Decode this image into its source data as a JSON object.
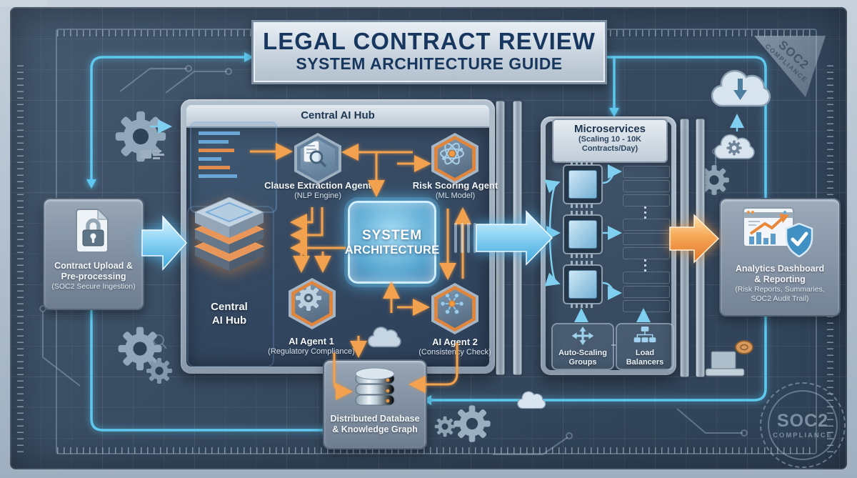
{
  "title": {
    "line1": "LEGAL CONTRACT REVIEW",
    "line2": "SYSTEM ARCHITECTURE GUIDE"
  },
  "corner_ribbon": {
    "line1": "SOC2",
    "line2": "COMPLIANCE"
  },
  "stamp": {
    "line1": "SOC2",
    "line2": "COMPLIANCE"
  },
  "upload_box": {
    "title_line1": "Contract Upload &",
    "title_line2": "Pre-processing",
    "subtitle": "(SOC2 Secure Ingestion)"
  },
  "central_panel": {
    "header": "Central AI Hub",
    "stack_label_line1": "Central",
    "stack_label_line2": "AI Hub",
    "core_line1": "SYSTEM",
    "core_line2": "ARCHITECTURE",
    "clause_agent": {
      "title": "Clause Extraction Agent",
      "subtitle": "(NLP Engine)"
    },
    "risk_agent": {
      "title": "Risk Scoring Agent",
      "subtitle": "(ML Model)"
    },
    "agent1": {
      "title": "AI Agent 1",
      "subtitle": "(Regulatory Compliance)"
    },
    "agent2": {
      "title": "AI Agent 2",
      "subtitle": "(Consistency Check)"
    }
  },
  "database_box": {
    "title_line1": "Distributed Database",
    "title_line2": "& Knowledge Graph"
  },
  "microservices_panel": {
    "title": "Microservices",
    "subtitle_line1": "(Scaling 10 - 10K",
    "subtitle_line2": "Contracts/Day)",
    "auto_scaling_line1": "Auto-Scaling",
    "auto_scaling_line2": "Groups",
    "load_balancers_line1": "Load",
    "load_balancers_line2": "Balancers"
  },
  "analytics_box": {
    "title_line1": "Analytics Dashboard",
    "title_line2": "& Reporting",
    "subtitle_line1": "(Risk Reports, Summaries,",
    "subtitle_line2": "SOC2 Audit Trail)"
  },
  "colors": {
    "accent_orange": "#f0953f",
    "accent_cyan": "#5ec8f2",
    "blueprint_bg": "#36495e",
    "metal_light": "#c7d2dc",
    "navy_text": "#17375e"
  }
}
